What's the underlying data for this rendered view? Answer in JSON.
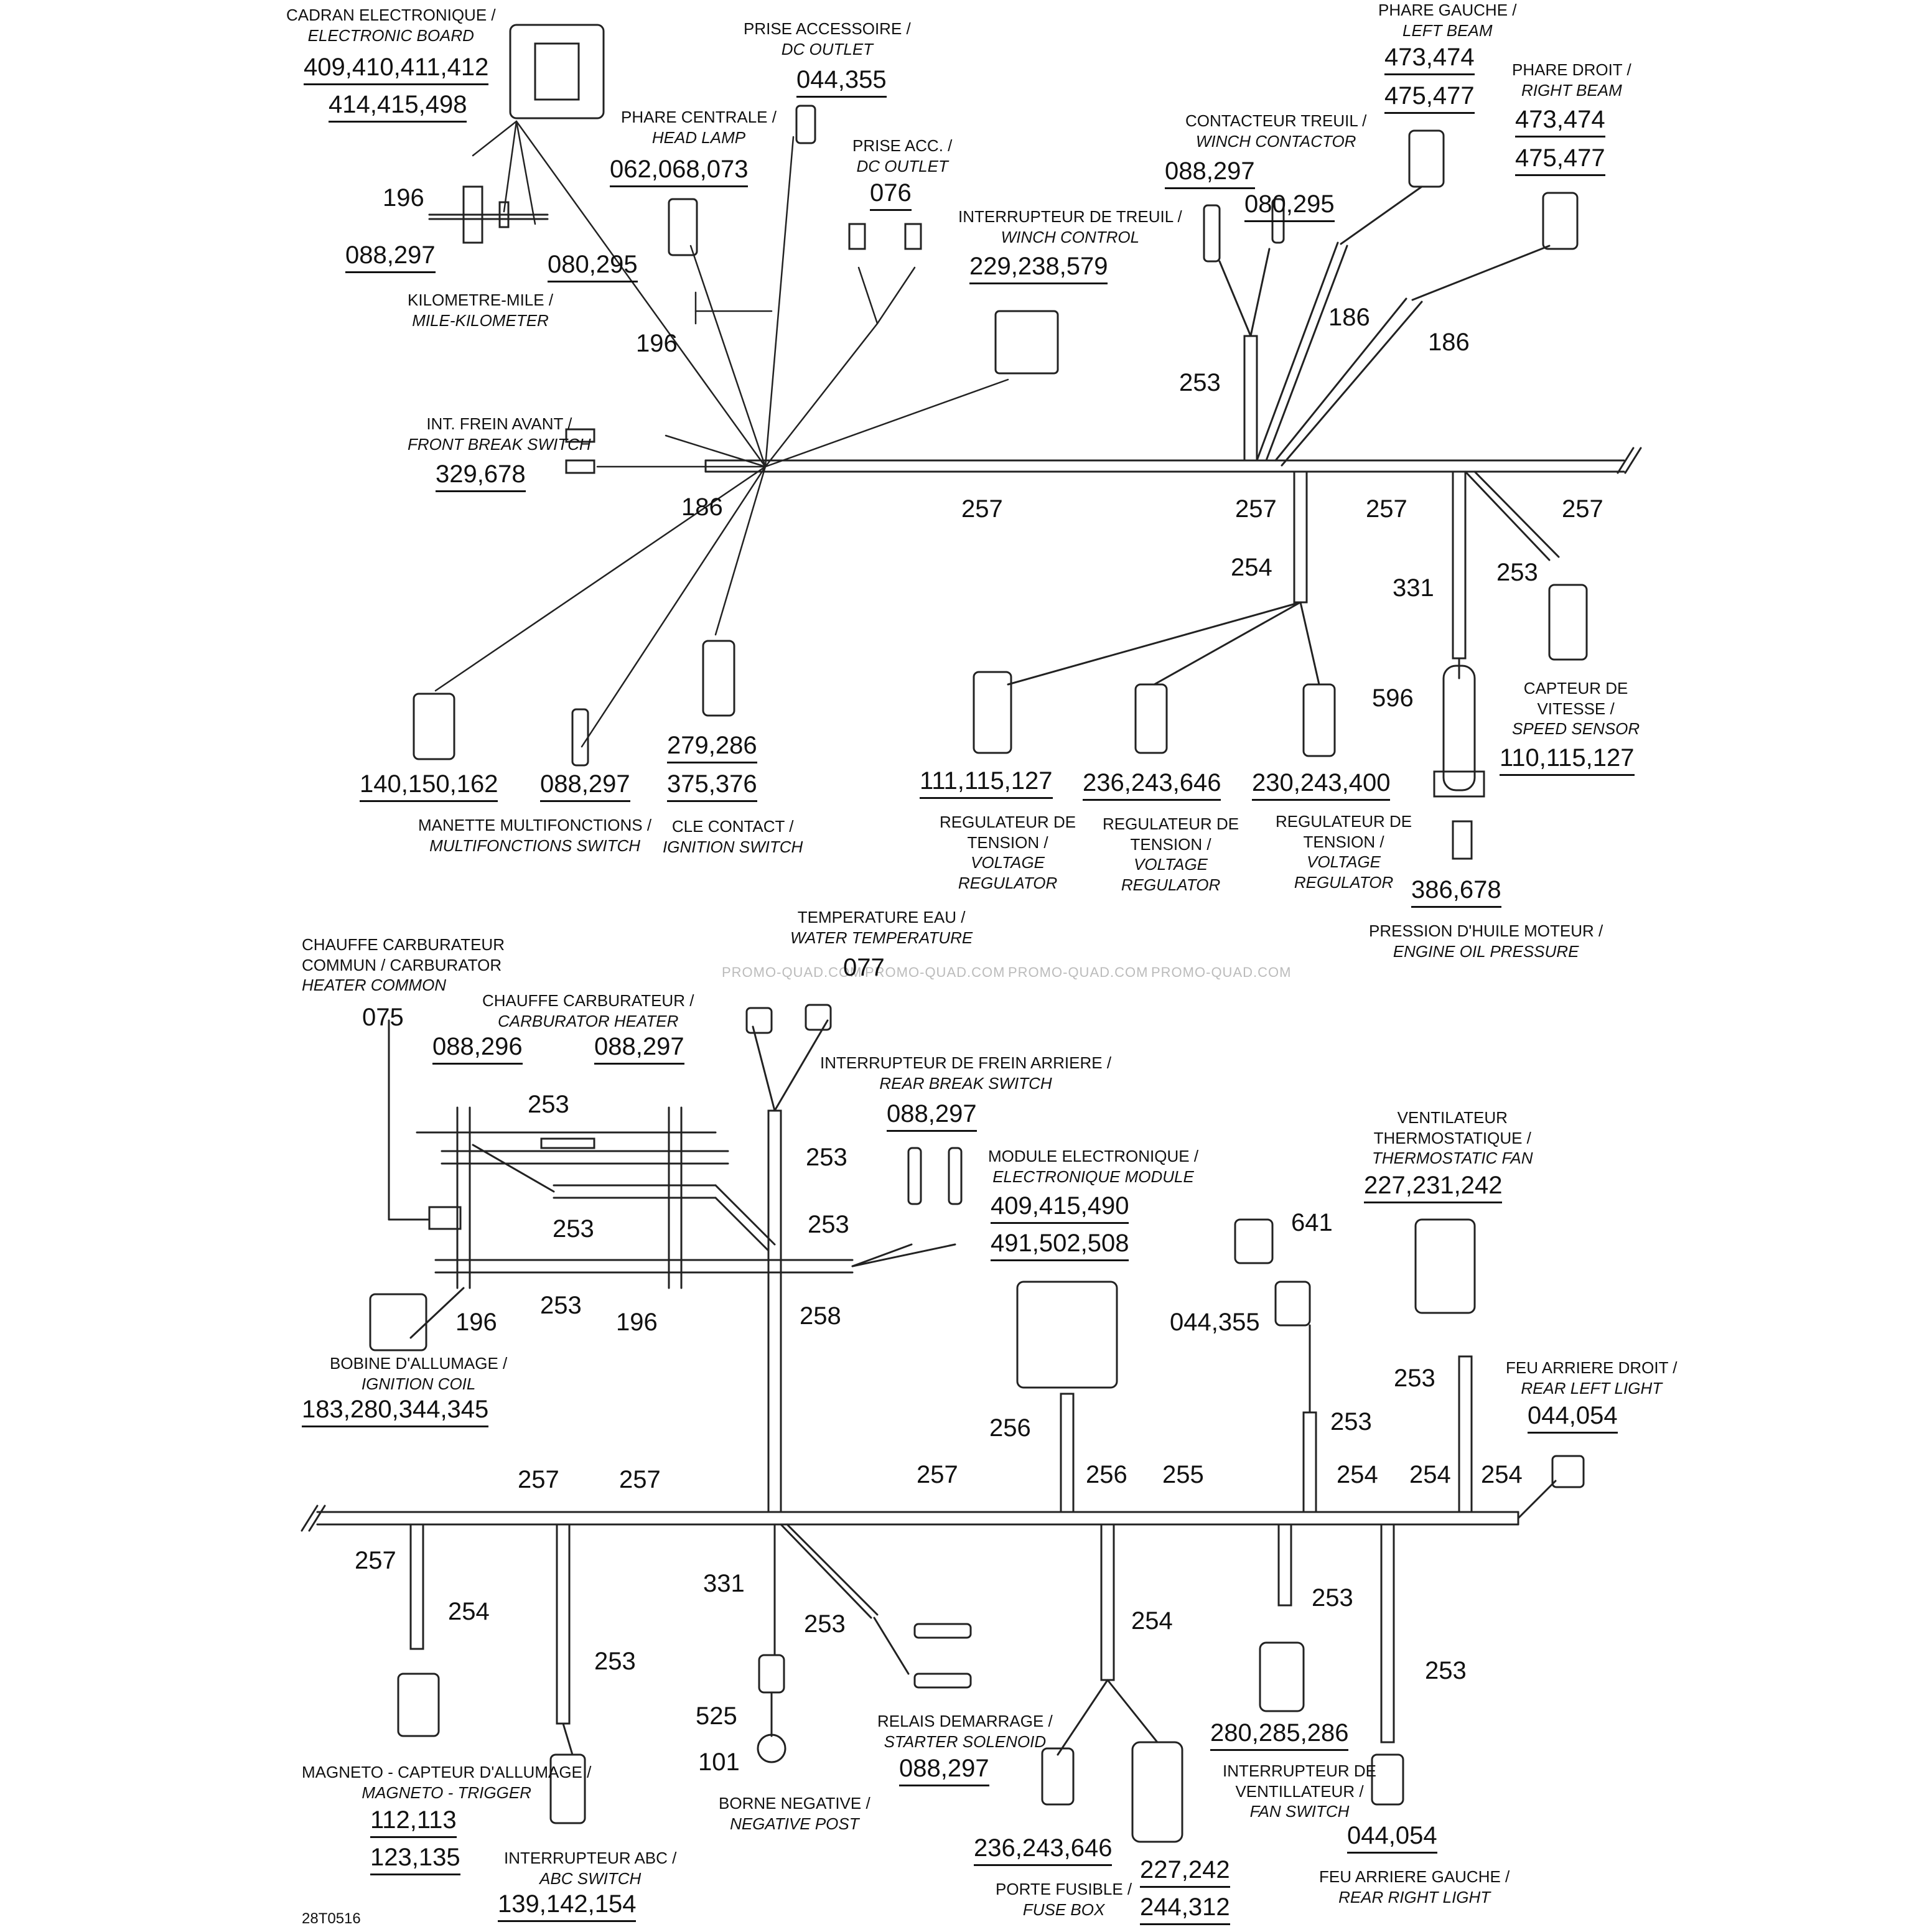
{
  "watermark": "PROMO-QUAD.COM",
  "figure_code": "28T0516",
  "labels": {
    "cadran": [
      "CADRAN ELECTRONIQUE /",
      "ELECTRONIC BOARD"
    ],
    "cadran_n1": "409,410,411,412",
    "cadran_n2": "414,415,498",
    "prise_acc": [
      "PRISE ACCESSOIRE /",
      "DC OUTLET"
    ],
    "prise_acc_n": "044,355",
    "phare_c": [
      "PHARE CENTRALE /",
      "HEAD LAMP"
    ],
    "phare_c_n": "062,068,073",
    "prise_acc2": [
      "PRISE ACC. /",
      "DC OUTLET"
    ],
    "prise_acc2_n": "076",
    "winch_ctrl": [
      "INTERRUPTEUR DE TREUIL /",
      "WINCH CONTROL"
    ],
    "winch_ctrl_n": "229,238,579",
    "winch_cont": [
      "CONTACTEUR TREUIL /",
      "WINCH CONTACTOR"
    ],
    "winch_cont_n1": "088,297",
    "winch_cont_n2": "080,295",
    "phare_g": [
      "PHARE GAUCHE /",
      "LEFT BEAM"
    ],
    "phare_g_n1": "473,474",
    "phare_g_n2": "475,477",
    "phare_d": [
      "PHARE DROIT /",
      "RIGHT BEAM"
    ],
    "phare_d_n1": "473,474",
    "phare_d_n2": "475,477",
    "n196a": "196",
    "n088a": "088,297",
    "n080a": "080,295",
    "kilo": [
      "KILOMETRE-MILE /",
      "MILE-KILOMETER"
    ],
    "n196b": "196",
    "frein_av": [
      "INT. FREIN AVANT /",
      "FRONT BREAK SWITCH"
    ],
    "frein_av_n": "329,678",
    "n186a": "186",
    "n186b": "186",
    "n186c": "186",
    "n253a": "253",
    "n257a": "257",
    "n257b": "257",
    "n257c": "257",
    "n257d": "257",
    "n254a": "254",
    "n331a": "331",
    "n253b": "253",
    "n596": "596",
    "vitesse": [
      "CAPTEUR DE",
      "VITESSE /",
      "SPEED SENSOR"
    ],
    "vitesse_n": "110,115,127",
    "m140": "140,150,162",
    "m088": "088,297",
    "manette": [
      "MANETTE MULTIFONCTIONS /",
      "MULTIFONCTIONS SWITCH"
    ],
    "cle_n1": "279,286",
    "cle_n2": "375,376",
    "cle": [
      "CLE CONTACT /",
      "IGNITION SWITCH"
    ],
    "reg1_n": "111,115,127",
    "reg2_n": "236,243,646",
    "reg3_n": "230,243,400",
    "reg": [
      "REGULATEUR DE",
      "TENSION /",
      "VOLTAGE",
      "REGULATOR"
    ],
    "oil_n": "386,678",
    "oil": [
      "PRESSION D'HUILE MOTEUR /",
      "ENGINE OIL PRESSURE"
    ],
    "temp": [
      "TEMPERATURE EAU /",
      "WATER TEMPERATURE"
    ],
    "temp_n": "077",
    "chauffe_c": [
      "CHAUFFE CARBURATEUR",
      "COMMUN / CARBURATOR",
      "HEATER COMMON"
    ],
    "chauffe_c_n": "075",
    "chauffe": [
      "CHAUFFE CARBURATEUR /",
      "CARBURATOR HEATER"
    ],
    "chauffe_n1": "088,296",
    "chauffe_n2": "088,297",
    "frein_ar": [
      "INTERRUPTEUR DE FREIN ARRIERE /",
      "REAR BREAK SWITCH"
    ],
    "frein_ar_n": "088,297",
    "n253c": "253",
    "n253d": "253",
    "n253e": "253",
    "n253f": "253",
    "n253g": "253",
    "n196c": "196",
    "n196d": "196",
    "n258": "258",
    "bobine": [
      "BOBINE D'ALLUMAGE /",
      "IGNITION COIL"
    ],
    "bobine_n": "183,280,344,345",
    "module": [
      "MODULE ELECTRONIQUE /",
      "ELECTRONIQUE MODULE"
    ],
    "module_n1": "409,415,490",
    "module_n2": "491,502,508",
    "vent": [
      "VENTILATEUR",
      "THERMOSTATIQUE /",
      "THERMOSTATIC FAN"
    ],
    "vent_n": "227,231,242",
    "n641": "641",
    "n044b": "044,355",
    "n256a": "256",
    "n253h": "253",
    "n253i": "253",
    "feu_d": [
      "FEU ARRIERE DROIT /",
      "REAR LEFT LIGHT"
    ],
    "feu_d_n": "044,054",
    "n257e": "257",
    "n257f": "257",
    "n257g": "257",
    "n256b": "256",
    "n255": "255",
    "n254b": "254",
    "n254c": "254",
    "n254d": "254",
    "n257h": "257",
    "n254e": "254",
    "n253j": "253",
    "n331b": "331",
    "n253k": "253",
    "n254f": "254",
    "n253l": "253",
    "n253m": "253",
    "n525": "525",
    "n101": "101",
    "magneto": [
      "MAGNETO - CAPTEUR D'ALLUMAGE /",
      "MAGNETO - TRIGGER"
    ],
    "magneto_n1": "112,113",
    "magneto_n2": "123,135",
    "abc": [
      "INTERRUPTEUR ABC /",
      "ABC SWITCH"
    ],
    "abc_n": "139,142,154",
    "borne": [
      "BORNE NEGATIVE /",
      "NEGATIVE POST"
    ],
    "relais": [
      "RELAIS DEMARRAGE /",
      "STARTER SOLENOID"
    ],
    "relais_n": "088,297",
    "fuse_n1": "236,243,646",
    "fuse_n2": "227,242",
    "fuse_n3": "244,312",
    "fuse": [
      "PORTE FUSIBLE /",
      "FUSE BOX"
    ],
    "fan_sw_n": "280,285,286",
    "fan_sw": [
      "INTERRUPTEUR DE",
      "VENTILLATEUR /",
      "FAN SWITCH"
    ],
    "feu_g_n": "044,054",
    "feu_g": [
      "FEU ARRIERE GAUCHE /",
      "REAR RIGHT LIGHT"
    ]
  }
}
